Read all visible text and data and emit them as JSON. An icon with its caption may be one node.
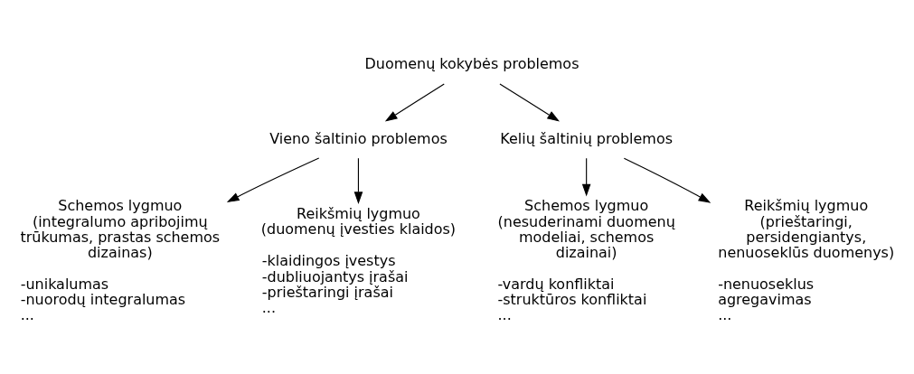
{
  "diagram": {
    "nodes": [
      {
        "text": [
          "Duomenų kokybės problemos"
        ]
      },
      {
        "text": [
          "Vieno šaltinio problemos"
        ]
      },
      {
        "text": [
          "Kelių šaltinių problemos"
        ]
      },
      {
        "text": [
          "Schemos lygmuo",
          "(integralumo apribojimų trūkumas, prastas schemos dizainas)"
        ],
        "beside": [
          "-unikalumas",
          "-nuorodų integralumas",
          "..."
        ]
      },
      {
        "text": [
          "Reikšmių lygmuo",
          "(duomenų įvesties klaidos)"
        ],
        "beside": [
          "-klaidingos įvestys",
          "-dubliuojantys įrašai",
          "-prieštaringi įrašai",
          "..."
        ]
      },
      {
        "text": [
          "Schemos lygmuo",
          "(nesuderinami duomenų modeliai, schemos dizainai)"
        ],
        "beside": [
          "-vardų konfliktai",
          "-struktūros konfliktai",
          "..."
        ]
      },
      {
        "text": [
          "Reikšmių lygmuo",
          "(prieštaringi, persidengiantys, nenuoseklūs duomenys)"
        ],
        "beside": [
          "-nenuoseklus agregavimas",
          "..."
        ]
      }
    ],
    "edges": [
      {
        "from": 0,
        "to": 1,
        "arrow": "to"
      },
      {
        "from": 0,
        "to": 2,
        "arrow": "to"
      },
      {
        "from": 1,
        "to": 3,
        "arrow": "to"
      },
      {
        "from": 1,
        "to": 4,
        "arrow": "to"
      },
      {
        "from": 2,
        "to": 5,
        "arrow": "to"
      },
      {
        "from": 2,
        "to": 6,
        "arrow": "to"
      }
    ]
  }
}
